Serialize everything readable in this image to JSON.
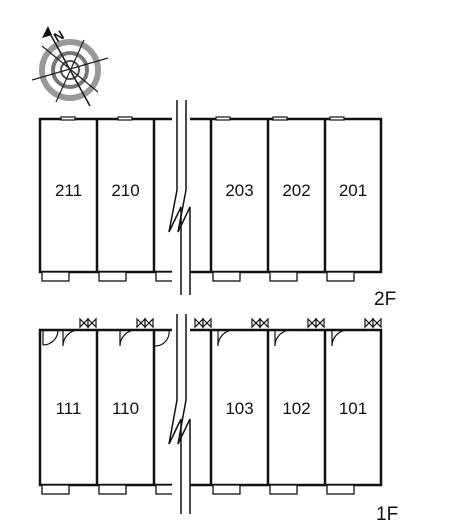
{
  "compass": {
    "north_label": "N",
    "icon": "compass-rose-icon"
  },
  "floors": [
    {
      "label": "2F",
      "left_units": [
        "211",
        "210",
        ""
      ],
      "right_units": [
        "203",
        "202",
        "201"
      ]
    },
    {
      "label": "1F",
      "left_units": [
        "111",
        "110",
        ""
      ],
      "right_units": [
        "103",
        "102",
        "101"
      ]
    }
  ]
}
